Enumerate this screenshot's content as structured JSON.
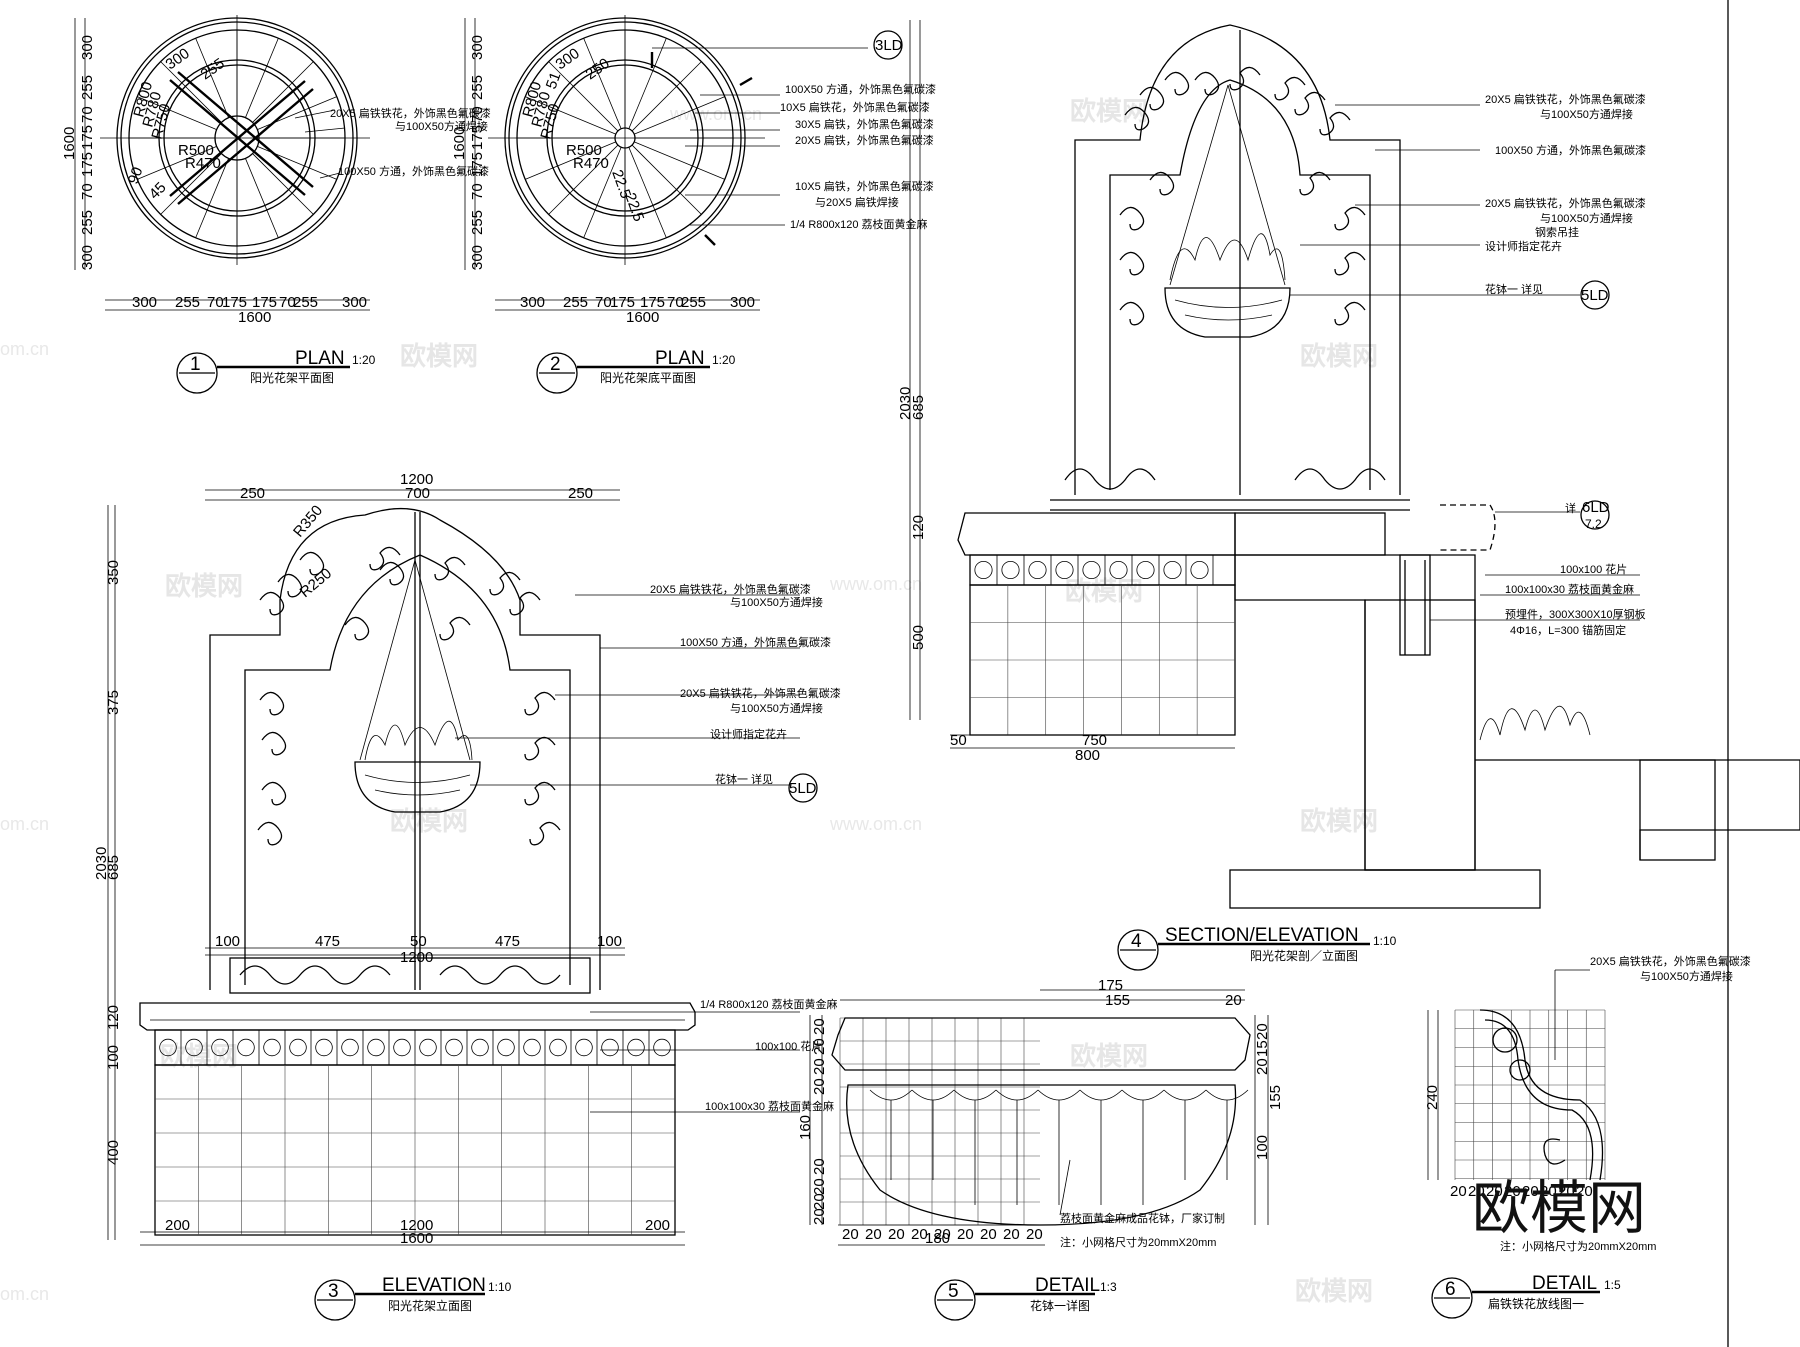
{
  "views": {
    "plan1": {
      "num": "1",
      "title": "PLAN",
      "scale": "1:20",
      "subtitle": "阳光花架平面图",
      "dims_bottom": [
        "300",
        "255",
        "70",
        "175",
        "175",
        "70",
        "255",
        "300"
      ],
      "total": "1600",
      "dims_left": [
        "300",
        "255",
        "70",
        "175",
        "175",
        "70",
        "255",
        "300"
      ],
      "left_total": "1600",
      "radii": [
        "R800",
        "R780",
        "R750",
        "R500",
        "R470",
        "90",
        "45"
      ],
      "top_dims": [
        "300",
        "255"
      ],
      "notes": [
        "20X5 扁铁铁花，外饰黑色氟碳漆",
        "与100X50方通焊接",
        "100X50 方通，外饰黑色氟碳漆"
      ]
    },
    "plan2": {
      "num": "2",
      "title": "PLAN",
      "scale": "1:20",
      "subtitle": "阳光花架底平面图",
      "dims_bottom": [
        "300",
        "255",
        "70",
        "175",
        "175",
        "70",
        "255",
        "300"
      ],
      "total": "1600",
      "dims_left": [
        "300",
        "255",
        "70",
        "175",
        "175",
        "70",
        "255",
        "300"
      ],
      "left_total": "1600",
      "radii": [
        "R800",
        "R780",
        "R750",
        "R500",
        "R470",
        "22.5",
        "22.5"
      ],
      "top_dims": [
        "300",
        "250",
        "51"
      ],
      "ref": "3LD",
      "notes": [
        "100X50 方通，外饰黑色氟碳漆",
        "10X5 扁铁花，外饰黑色氟碳漆",
        "30X5 扁铁，外饰黑色氟碳漆",
        "20X5 扁铁，外饰黑色氟碳漆",
        "10X5 扁铁，外饰黑色氟碳漆",
        "与20X5 扁铁焊接",
        "1/4 R800x120 荔枝面黄金麻"
      ]
    },
    "elevation3": {
      "num": "3",
      "title": "ELEVATION",
      "scale": "1:10",
      "subtitle": "阳光花架立面图",
      "top_dims": [
        "250",
        "700",
        "250"
      ],
      "top_total": "1200",
      "radii": [
        "R350",
        "R250"
      ],
      "left_dims": [
        "350",
        "375",
        "685",
        "120",
        "100",
        "400"
      ],
      "left_total": "2030",
      "mid_dims": [
        "100",
        "475",
        "50",
        "475",
        "100"
      ],
      "mid_total": "1200",
      "bottom_dims": [
        "200",
        "1200",
        "200"
      ],
      "bottom_total": "1600",
      "ref": "5LD",
      "notes": [
        "20X5 扁铁铁花，外饰黑色氟碳漆",
        "与100X50方通焊接",
        "100X50 方通，外饰黑色氟碳漆",
        "20X5 扁铁铁花，外饰黑色氟碳漆",
        "与100X50方通焊接",
        "设计师指定花卉",
        "花钵一  详见",
        "1/4 R800x120 荔枝面黄金麻",
        "100x100 花片",
        "100x100x30 荔枝面黄金麻"
      ]
    },
    "section4": {
      "num": "4",
      "title": "SECTION/ELEVATION",
      "scale": "1:10",
      "subtitle": "阳光花架剖／立面图",
      "left_dims": [
        "2030",
        "685",
        "120",
        "500"
      ],
      "bottom_dims": [
        "50",
        "750",
        "800"
      ],
      "refs": [
        "5LD",
        "6LD"
      ],
      "ref_sub": "7.2",
      "notes": [
        "20X5 扁铁铁花，外饰黑色氟碳漆",
        "与100X50方通焊接",
        "100X50 方通，外饰黑色氟碳漆",
        "20X5 扁铁铁花，外饰黑色氟碳漆",
        "与100X50方通焊接",
        "钢索吊挂",
        "设计师指定花卉",
        "花钵一  详见",
        "详",
        "100x100 花片",
        "100x100x30 荔枝面黄金麻",
        "预埋件，300X300X10厚钢板",
        "4Φ16，L=300 锚筋固定"
      ]
    },
    "detail5": {
      "num": "5",
      "title": "DETAIL",
      "scale": "1:3",
      "subtitle": "花钵一详图",
      "top_dims": [
        "175",
        "155",
        "20"
      ],
      "right_dims": [
        "20",
        "15",
        "20",
        "155",
        "100"
      ],
      "left_dims": [
        "20",
        "20",
        "20",
        "20",
        "160",
        "20",
        "20",
        "20",
        "20"
      ],
      "bottom_dims": [
        "20",
        "20",
        "20",
        "20",
        "20",
        "20",
        "20",
        "20",
        "20"
      ],
      "bottom_total": "180",
      "notes": [
        "荔枝面黄金麻成品花钵，厂家订制",
        "注：小网格尺寸为20mmX20mm"
      ]
    },
    "detail6": {
      "num": "6",
      "title": "DETAIL",
      "scale": "1:5",
      "subtitle": "扁铁铁花放线图一",
      "left_dim": "240",
      "bottom_dims": [
        "20",
        "20",
        "20",
        "20",
        "20",
        "20",
        "20",
        "20"
      ],
      "notes": [
        "20X5 扁铁铁花，外饰黑色氟碳漆",
        "与100X50方通焊接",
        "注：小网格尺寸为20mmX20mm"
      ]
    }
  },
  "watermarks": [
    "欧模网",
    "www.om.cn",
    "om.cn"
  ],
  "logo": "欧模网"
}
